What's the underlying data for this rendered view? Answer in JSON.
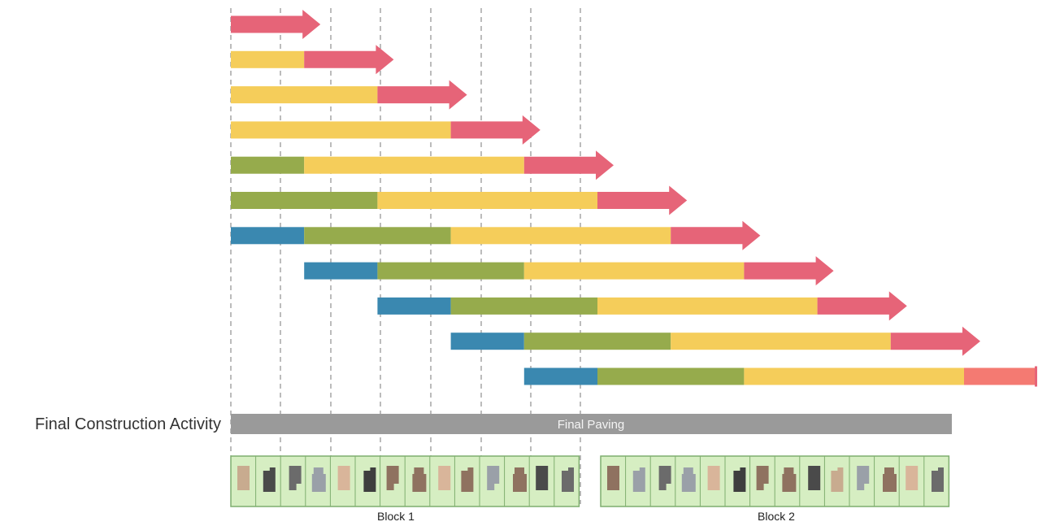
{
  "labels": {
    "final_activity": "Final Construction Activity",
    "final_paving": "Final Paving",
    "block1": "Block 1",
    "block2": "Block 2"
  },
  "colors": {
    "blue": "#3a88b0",
    "green": "#96ab4c",
    "yellow": "#f5cd5a",
    "red": "#e66478",
    "salmon": "#f47a72",
    "gray_bar": "#9a9a9a",
    "lot_bg": "#d6eec2",
    "lot_border": "#7fae6f"
  },
  "phases": [
    {
      "segments": [
        {
          "color": "red"
        }
      ]
    },
    {
      "segments": [
        {
          "color": "yellow"
        },
        {
          "color": "red"
        }
      ]
    },
    {
      "segments": [
        {
          "color": "yellow"
        },
        {
          "color": "yellow"
        },
        {
          "color": "red"
        }
      ]
    },
    {
      "segments": [
        {
          "color": "yellow"
        },
        {
          "color": "yellow"
        },
        {
          "color": "yellow"
        },
        {
          "color": "red"
        }
      ]
    },
    {
      "segments": [
        {
          "color": "green"
        },
        {
          "color": "yellow"
        },
        {
          "color": "yellow"
        },
        {
          "color": "yellow"
        },
        {
          "color": "red"
        }
      ]
    },
    {
      "segments": [
        {
          "color": "green"
        },
        {
          "color": "green"
        },
        {
          "color": "yellow"
        },
        {
          "color": "yellow"
        },
        {
          "color": "yellow"
        },
        {
          "color": "red"
        }
      ]
    },
    {
      "segments": [
        {
          "color": "blue"
        },
        {
          "color": "green"
        },
        {
          "color": "green"
        },
        {
          "color": "yellow"
        },
        {
          "color": "yellow"
        },
        {
          "color": "yellow"
        },
        {
          "color": "red"
        }
      ]
    },
    {
      "segments": [
        {
          "color": "blue"
        },
        {
          "color": "green"
        },
        {
          "color": "green"
        },
        {
          "color": "yellow"
        },
        {
          "color": "yellow"
        },
        {
          "color": "yellow"
        },
        {
          "color": "red"
        }
      ]
    },
    {
      "segments": [
        {
          "color": "blue"
        },
        {
          "color": "green"
        },
        {
          "color": "green"
        },
        {
          "color": "yellow"
        },
        {
          "color": "yellow"
        },
        {
          "color": "yellow"
        },
        {
          "color": "red"
        }
      ]
    },
    {
      "segments": [
        {
          "color": "blue"
        },
        {
          "color": "green"
        },
        {
          "color": "green"
        },
        {
          "color": "yellow"
        },
        {
          "color": "yellow"
        },
        {
          "color": "yellow"
        },
        {
          "color": "red"
        }
      ]
    },
    {
      "segments": [
        {
          "color": "blue"
        },
        {
          "color": "green"
        },
        {
          "color": "green"
        },
        {
          "color": "yellow"
        },
        {
          "color": "yellow"
        },
        {
          "color": "yellow"
        },
        {
          "color": "salmon"
        }
      ]
    }
  ],
  "blocks": [
    {
      "houses": [
        "#c8ab8f",
        "#4a4a4a",
        "#6b6b6b",
        "#9aa0a8",
        "#d9b59a",
        "#3e3e3e",
        "#8f7260",
        "#8f7260",
        "#d9b59a",
        "#8f7260",
        "#9aa0a8",
        "#8f7260",
        "#4a4a4a",
        "#6b6b6b"
      ]
    },
    {
      "houses": [
        "#8f7260",
        "#9aa0a8",
        "#6b6b6b",
        "#9aa0a8",
        "#d9b59a",
        "#3e3e3e",
        "#8f7260",
        "#8f7260",
        "#4a4a4a",
        "#c8ab8f",
        "#9aa0a8",
        "#8f7260",
        "#d9b59a",
        "#6b6b6b"
      ]
    }
  ]
}
